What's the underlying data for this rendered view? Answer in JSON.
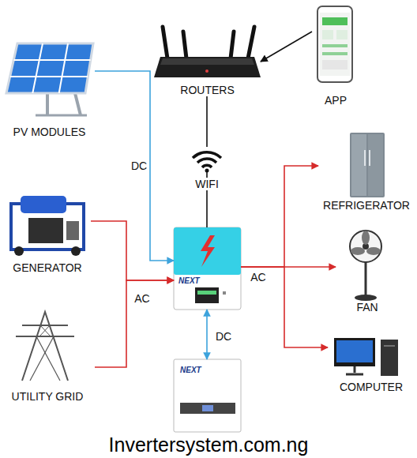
{
  "diagram": {
    "nodes": [
      {
        "text": [
          "ROUTERS"
        ]
      },
      {
        "text": [
          "APP"
        ]
      },
      {
        "text": [
          "PV MODULES"
        ]
      },
      {
        "text": [
          "REFRIGERATOR"
        ]
      },
      {
        "text": [
          "GENERATOR"
        ]
      },
      {
        "text": [
          "NEXT"
        ]
      },
      {
        "text": [
          "FAN"
        ]
      },
      {
        "text": [
          "UTILITY GRID"
        ]
      },
      {
        "text": [
          "COMPUTER"
        ]
      },
      {
        "text": [
          "NEXT"
        ]
      }
    ],
    "edges": [
      {
        "from": 1,
        "to": 0,
        "arrow": "to"
      },
      {
        "from": 0,
        "to": 5,
        "label": "WIFI",
        "arrow": "none"
      },
      {
        "from": 2,
        "to": 5,
        "label": "DC",
        "arrow": "to"
      },
      {
        "from": 4,
        "to": 5,
        "label": "AC",
        "arrow": "to"
      },
      {
        "from": 7,
        "to": 5,
        "arrow": "to"
      },
      {
        "from": 5,
        "to": 3,
        "label": "AC",
        "arrow": "to"
      },
      {
        "from": 5,
        "to": 6,
        "arrow": "to"
      },
      {
        "from": 5,
        "to": 8,
        "arrow": "to"
      },
      {
        "from": 5,
        "to": 9,
        "label": "DC",
        "arrow": "both"
      }
    ],
    "labels": [
      "Invertersystem.com.ng"
    ]
  }
}
